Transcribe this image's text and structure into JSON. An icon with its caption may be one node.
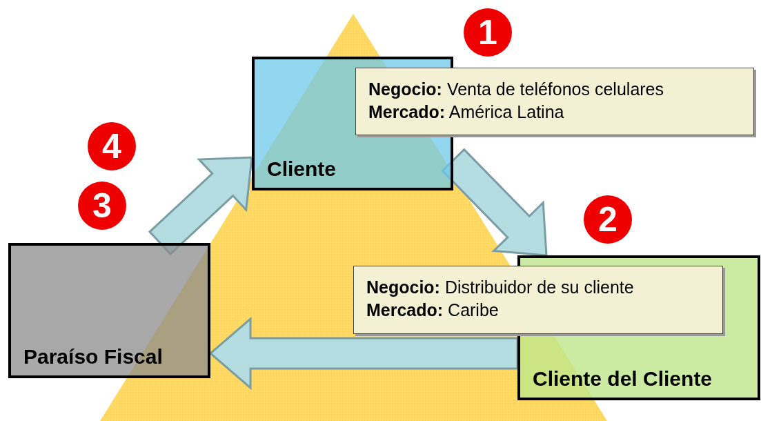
{
  "diagram": {
    "nodes": [
      {
        "text": [
          "Cliente"
        ]
      },
      {
        "text": [
          "**Negocio:** Venta de teléfonos celulares",
          "**Mercado:** América Latina"
        ]
      },
      {
        "text": [
          "1"
        ]
      },
      {
        "text": [
          "Cliente del Cliente"
        ]
      },
      {
        "text": [
          "**Negocio:** Distribuidor de su cliente",
          "**Mercado:** Caribe"
        ]
      },
      {
        "text": [
          "2"
        ]
      },
      {
        "text": [
          "Paraíso Fiscal"
        ]
      },
      {
        "text": [
          "3"
        ]
      },
      {
        "text": [
          "4"
        ]
      }
    ],
    "edges": [
      {
        "from": 0,
        "to": 3,
        "arrow": "to",
        "style": "thick"
      },
      {
        "from": 3,
        "to": 6,
        "arrow": "to",
        "style": "thick"
      },
      {
        "from": 6,
        "to": 0,
        "arrow": "to",
        "style": "thick"
      }
    ]
  }
}
